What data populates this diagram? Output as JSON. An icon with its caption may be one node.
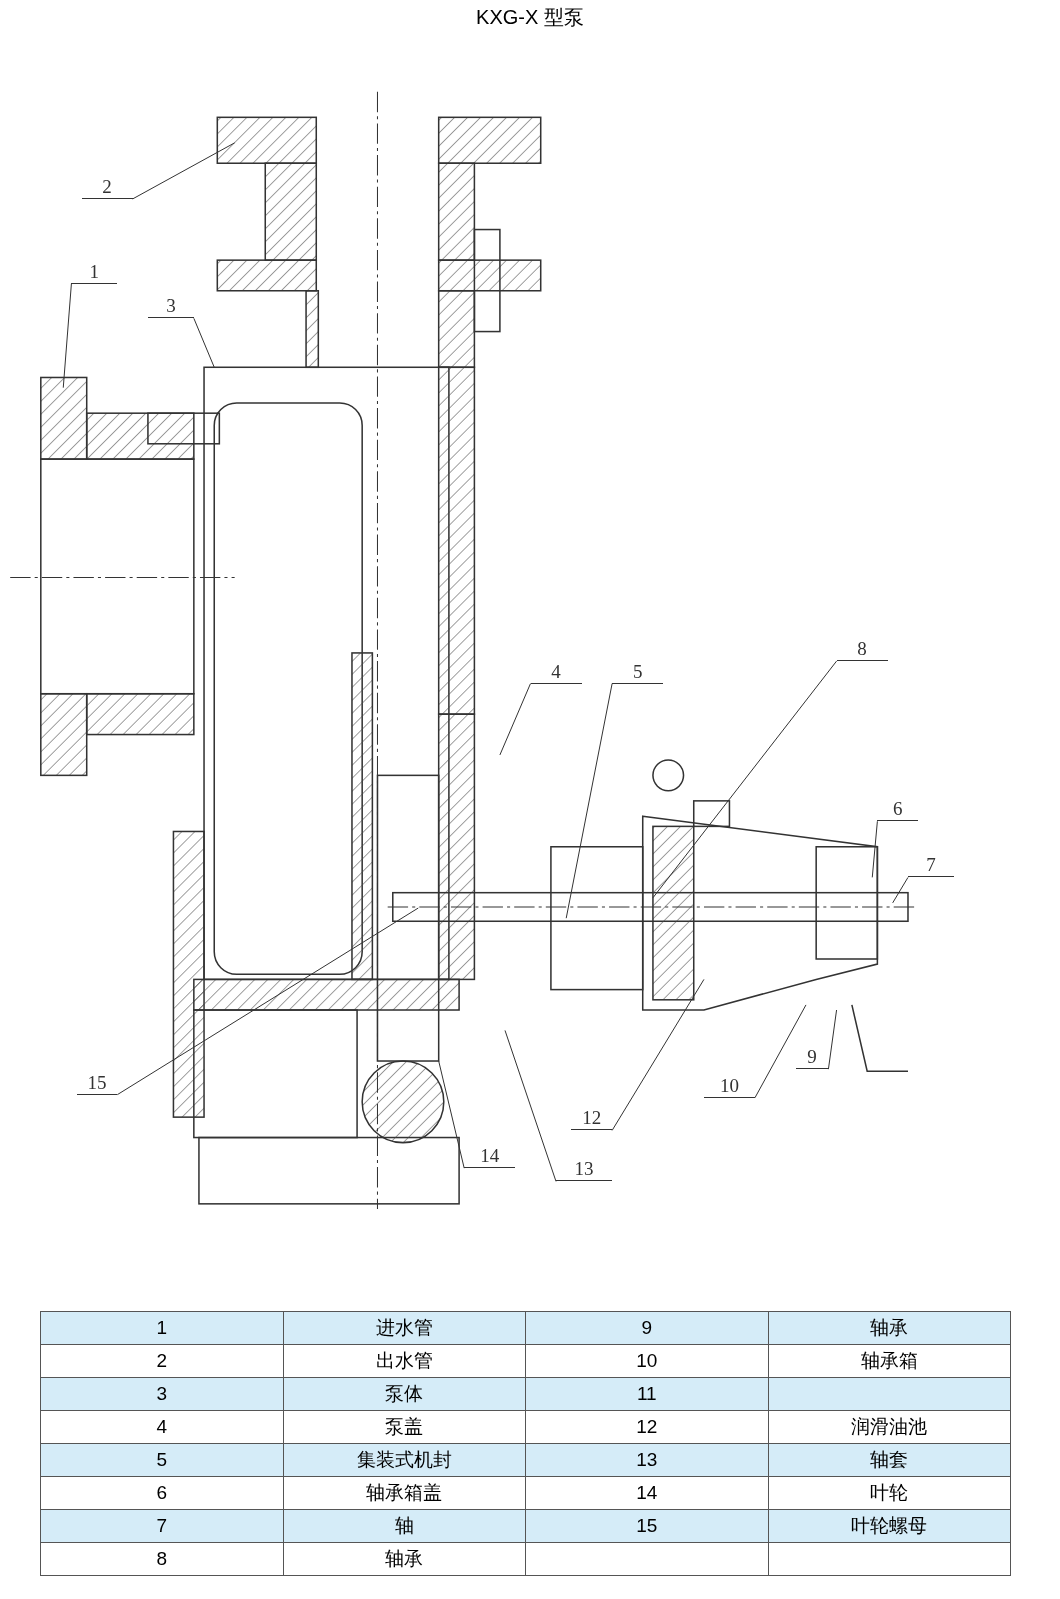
{
  "diagram": {
    "title": "KXG-X 型泵",
    "nodes": [
      {
        "text": [
          "2"
        ]
      },
      {
        "text": [
          "1"
        ]
      },
      {
        "text": [
          "3"
        ]
      },
      {
        "text": [
          "8"
        ]
      },
      {
        "text": [
          "5"
        ]
      },
      {
        "text": [
          "4"
        ]
      },
      {
        "text": [
          "6"
        ]
      },
      {
        "text": [
          "7"
        ]
      },
      {
        "text": [
          "9"
        ]
      },
      {
        "text": [
          "15"
        ]
      },
      {
        "text": [
          "10"
        ]
      },
      {
        "text": [
          "12"
        ]
      },
      {
        "text": [
          "14"
        ]
      },
      {
        "text": [
          "13"
        ]
      }
    ],
    "edges": [
      {
        "from": 0,
        "to": null,
        "arrow": "none"
      },
      {
        "from": 1,
        "to": null,
        "arrow": "none"
      },
      {
        "from": 2,
        "to": null,
        "arrow": "none"
      },
      {
        "from": 3,
        "to": null,
        "arrow": "none"
      },
      {
        "from": 4,
        "to": null,
        "arrow": "none"
      },
      {
        "from": 5,
        "to": null,
        "arrow": "none"
      },
      {
        "from": 6,
        "to": null,
        "arrow": "none"
      },
      {
        "from": 7,
        "to": null,
        "arrow": "none"
      },
      {
        "from": 8,
        "to": null,
        "arrow": "none"
      },
      {
        "from": 9,
        "to": null,
        "arrow": "none"
      },
      {
        "from": 10,
        "to": null,
        "arrow": "none"
      },
      {
        "from": 11,
        "to": null,
        "arrow": "none"
      },
      {
        "from": 12,
        "to": null,
        "arrow": "none"
      },
      {
        "from": 13,
        "to": null,
        "arrow": "none"
      }
    ],
    "labels": [
      "1",
      "进水管",
      "9",
      "轴承",
      "2",
      "出水管",
      "10",
      "轴承箱",
      "3",
      "泵体",
      "11",
      "4",
      "泵盖",
      "12",
      "润滑油池",
      "5",
      "集装式机封",
      "13",
      "轴套",
      "6",
      "轴承箱盖",
      "14",
      "叶轮",
      "7",
      "轴",
      "15",
      "叶轮螺母",
      "8",
      "轴承"
    ]
  }
}
